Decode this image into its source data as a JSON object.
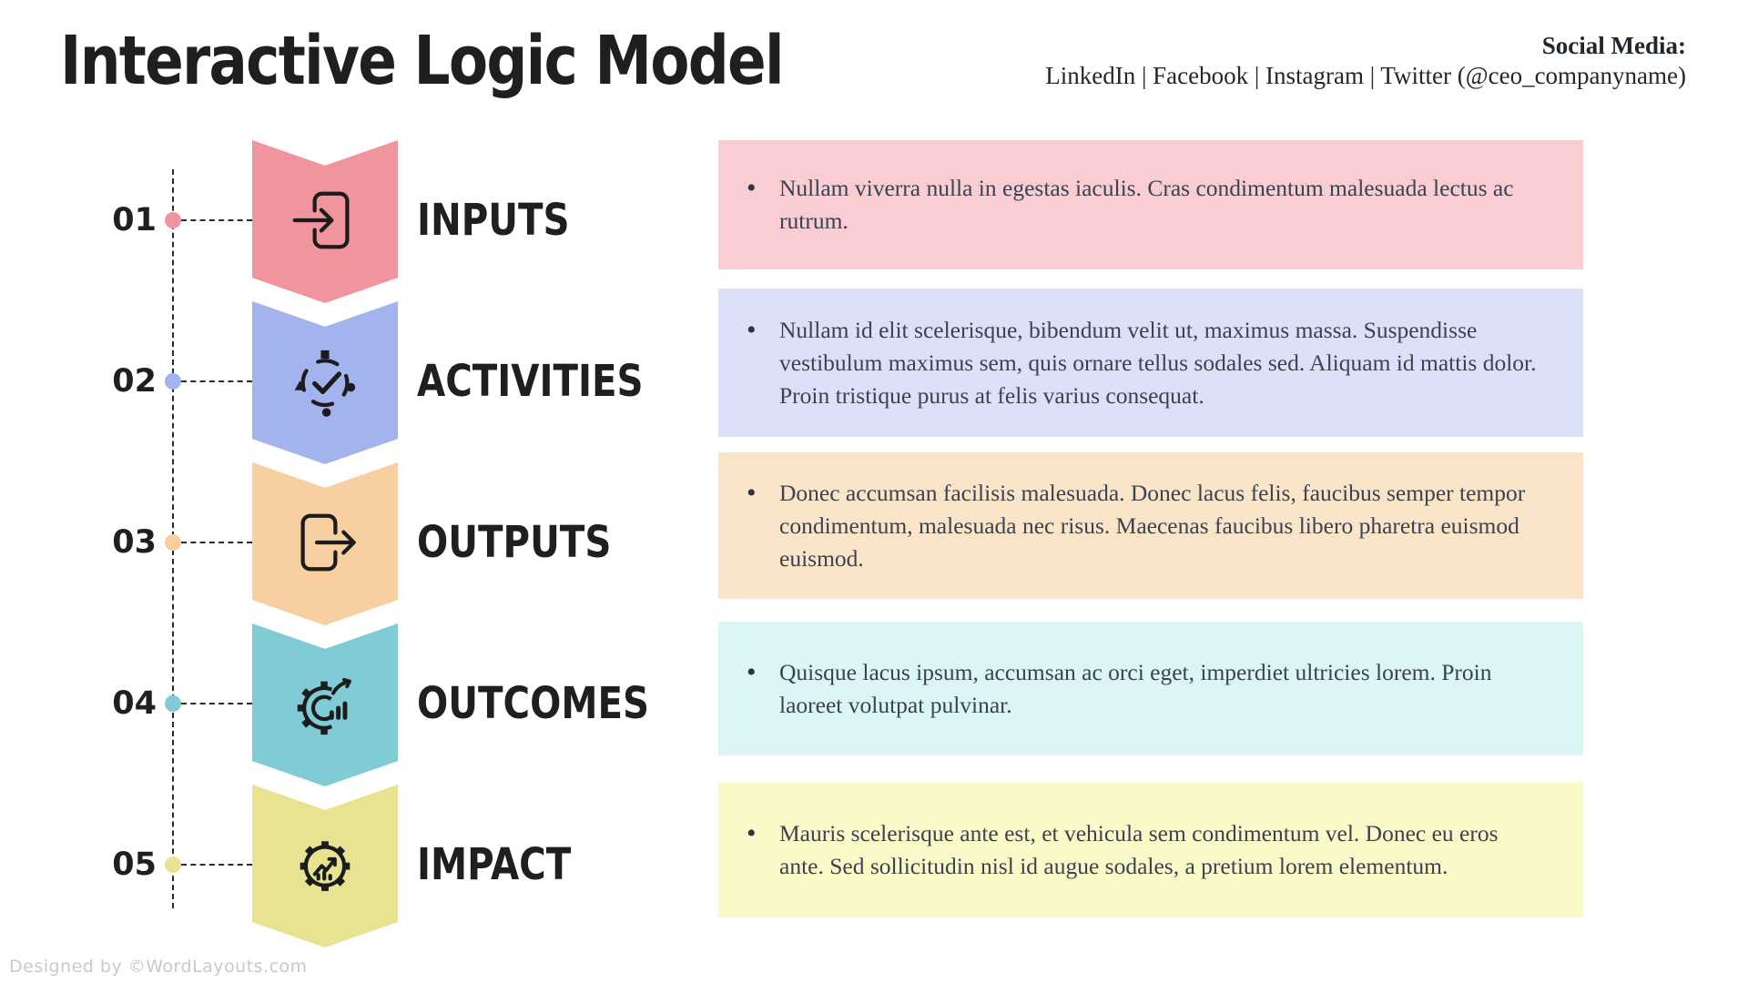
{
  "page": {
    "title": "Interactive Logic Model",
    "social": {
      "heading": "Social Media:",
      "accounts": "LinkedIn | Facebook | Instagram | Twitter (@ceo_companyname)"
    },
    "credit": "Designed by ©WordLayouts.com",
    "bullet": "•"
  },
  "colors": {
    "heading_text": "#1F1F1F",
    "body_text": "#3A4254",
    "dashed_line": "#2B2B2B",
    "credit_gray": "#C9C9C9"
  },
  "rows": [
    {
      "number": "01",
      "label": "INPUTS",
      "icon": "login-icon",
      "dot_color": "#F0949E",
      "chevron_color": "#F0949E",
      "box_color": "#FACDD3",
      "description": "Nullam viverra nulla in egestas iaculis. Cras condimentum malesuada lectus ac rutrum."
    },
    {
      "number": "02",
      "label": "ACTIVITIES",
      "icon": "cycle-check-icon",
      "dot_color": "#A2B3ED",
      "chevron_color": "#A2B3ED",
      "box_color": "#DBE2F8",
      "description": "Nullam id elit scelerisque, bibendum velit ut, maximus massa. Suspendisse vestibulum maximus sem, quis ornare tellus sodales sed. Aliquam id mattis dolor. Proin tristique purus at felis varius consequat."
    },
    {
      "number": "03",
      "label": "OUTPUTS",
      "icon": "logout-icon",
      "dot_color": "#F8CFA0",
      "chevron_color": "#F8CFA0",
      "box_color": "#FBE5C9",
      "description": "Donec accumsan facilisis malesuada. Donec lacus felis, faucibus semper tempor condimentum, malesuada nec risus. Maecenas faucibus libero pharetra euismod euismod."
    },
    {
      "number": "04",
      "label": "OUTCOMES",
      "icon": "gear-chart-icon",
      "dot_color": "#7FCCD6",
      "chevron_color": "#7FCCD6",
      "box_color": "#DCF6F5",
      "description": "Quisque lacus ipsum, accumsan ac orci eget, imperdiet ultricies lorem. Proin laoreet volutpat pulvinar."
    },
    {
      "number": "05",
      "label": "IMPACT",
      "icon": "gear-growth-icon",
      "dot_color": "#E8E390",
      "chevron_color": "#E8E390",
      "box_color": "#FAFAC8",
      "description": "Mauris scelerisque ante est, et vehicula sem condimentum vel. Donec eu eros ante. Sed sollicitudin nisl id augue sodales, a pretium lorem elementum."
    }
  ]
}
